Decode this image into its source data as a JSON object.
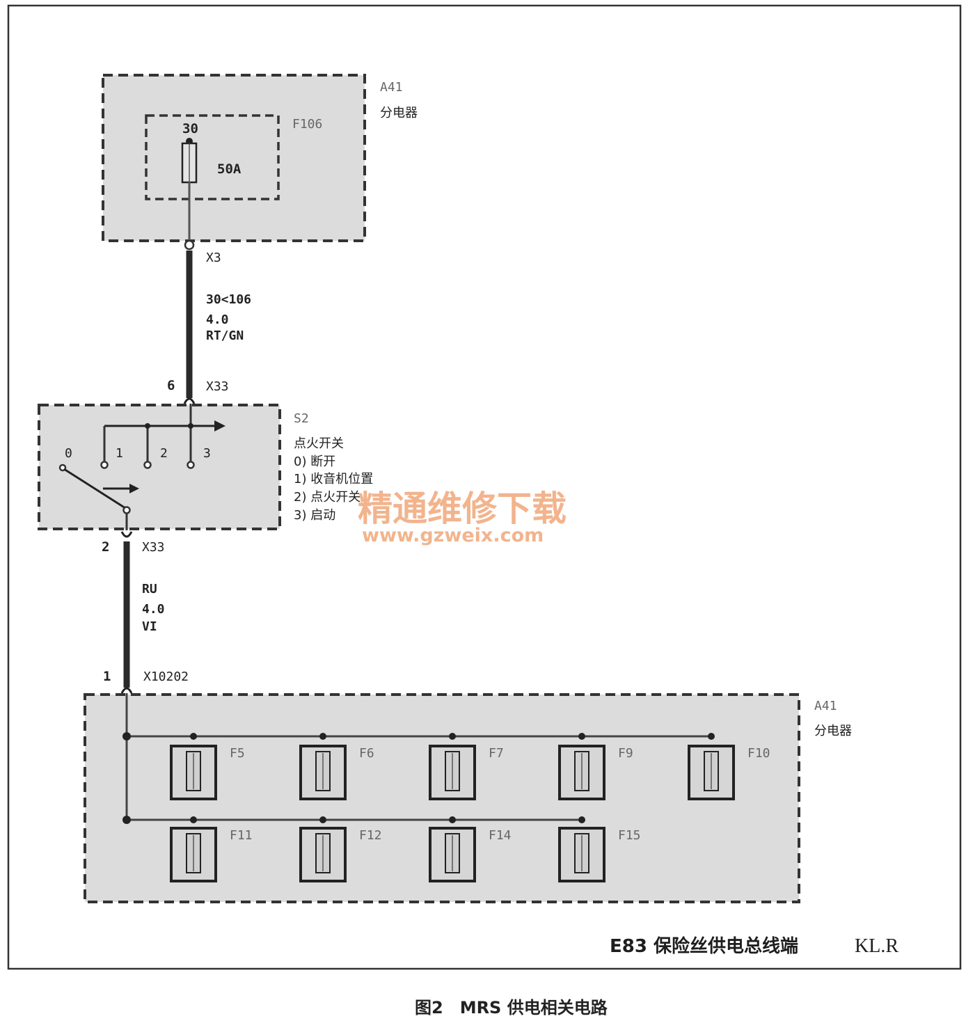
{
  "top_box": {
    "id": "A41",
    "name": "分电器",
    "fuse_id": "F106",
    "fuse_terminal": "30",
    "fuse_rating": "50A",
    "connector": "X3"
  },
  "wire_1": {
    "circuit": "30<106",
    "size": "4.0",
    "color": "RT/GN"
  },
  "switch_box": {
    "pin_top": "6",
    "connector_top": "X33",
    "id": "S2",
    "name": "点火开关",
    "positions": [
      "0",
      "1",
      "2",
      "3"
    ],
    "legend": [
      "0) 断开",
      "1) 收音机位置",
      "2) 点火开关",
      "3) 启动"
    ],
    "pin_bottom": "2",
    "connector_bottom": "X33"
  },
  "wire_2": {
    "circuit": "RU",
    "size": "4.0",
    "color": "VI"
  },
  "bottom_box": {
    "pin": "1",
    "connector": "X10202",
    "id": "A41",
    "name": "分电器",
    "fuses_row1": [
      "F5",
      "F6",
      "F7",
      "F9",
      "F10"
    ],
    "fuses_row2": [
      "F11",
      "F12",
      "F14",
      "F15"
    ]
  },
  "footer": {
    "title": "E83 保险丝供电总线端",
    "terminal": "KL.R"
  },
  "watermark": {
    "text": "精通维修下载",
    "url": "www.gzweix.com"
  },
  "caption": "图2　MRS 供电相关电路"
}
